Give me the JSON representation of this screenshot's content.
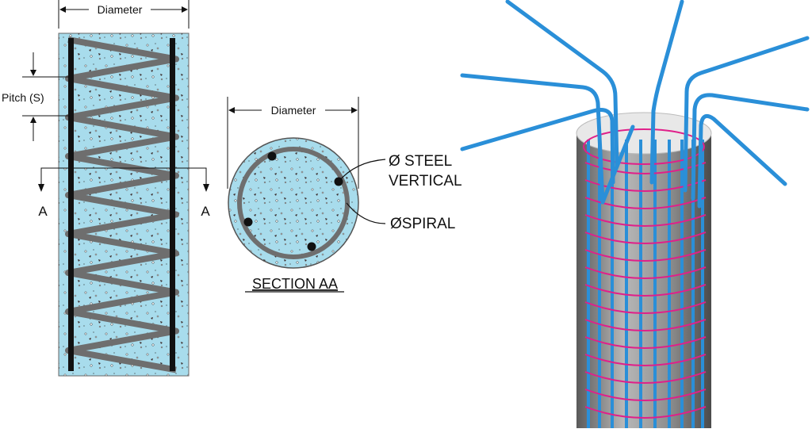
{
  "elevation": {
    "diameter_label": "Diameter",
    "pitch_label": "Pitch (S)",
    "section_mark_left": "A",
    "section_mark_right": "A"
  },
  "section": {
    "diameter_label": "Diameter",
    "steel_vertical_label_line1": "Ø STEEL",
    "steel_vertical_label_line2": "VERTICAL",
    "spiral_label": "ØSPIRAL",
    "title": "SECTION AA"
  },
  "colors": {
    "concrete_fill": "#a8dcec",
    "spiral_gray": "#6e6e6e",
    "vertical_bar": "#111111",
    "rebar_blue": "#2a8fd8",
    "spiral_magenta": "#e0208a",
    "column_gray": "#8a8a8a"
  }
}
